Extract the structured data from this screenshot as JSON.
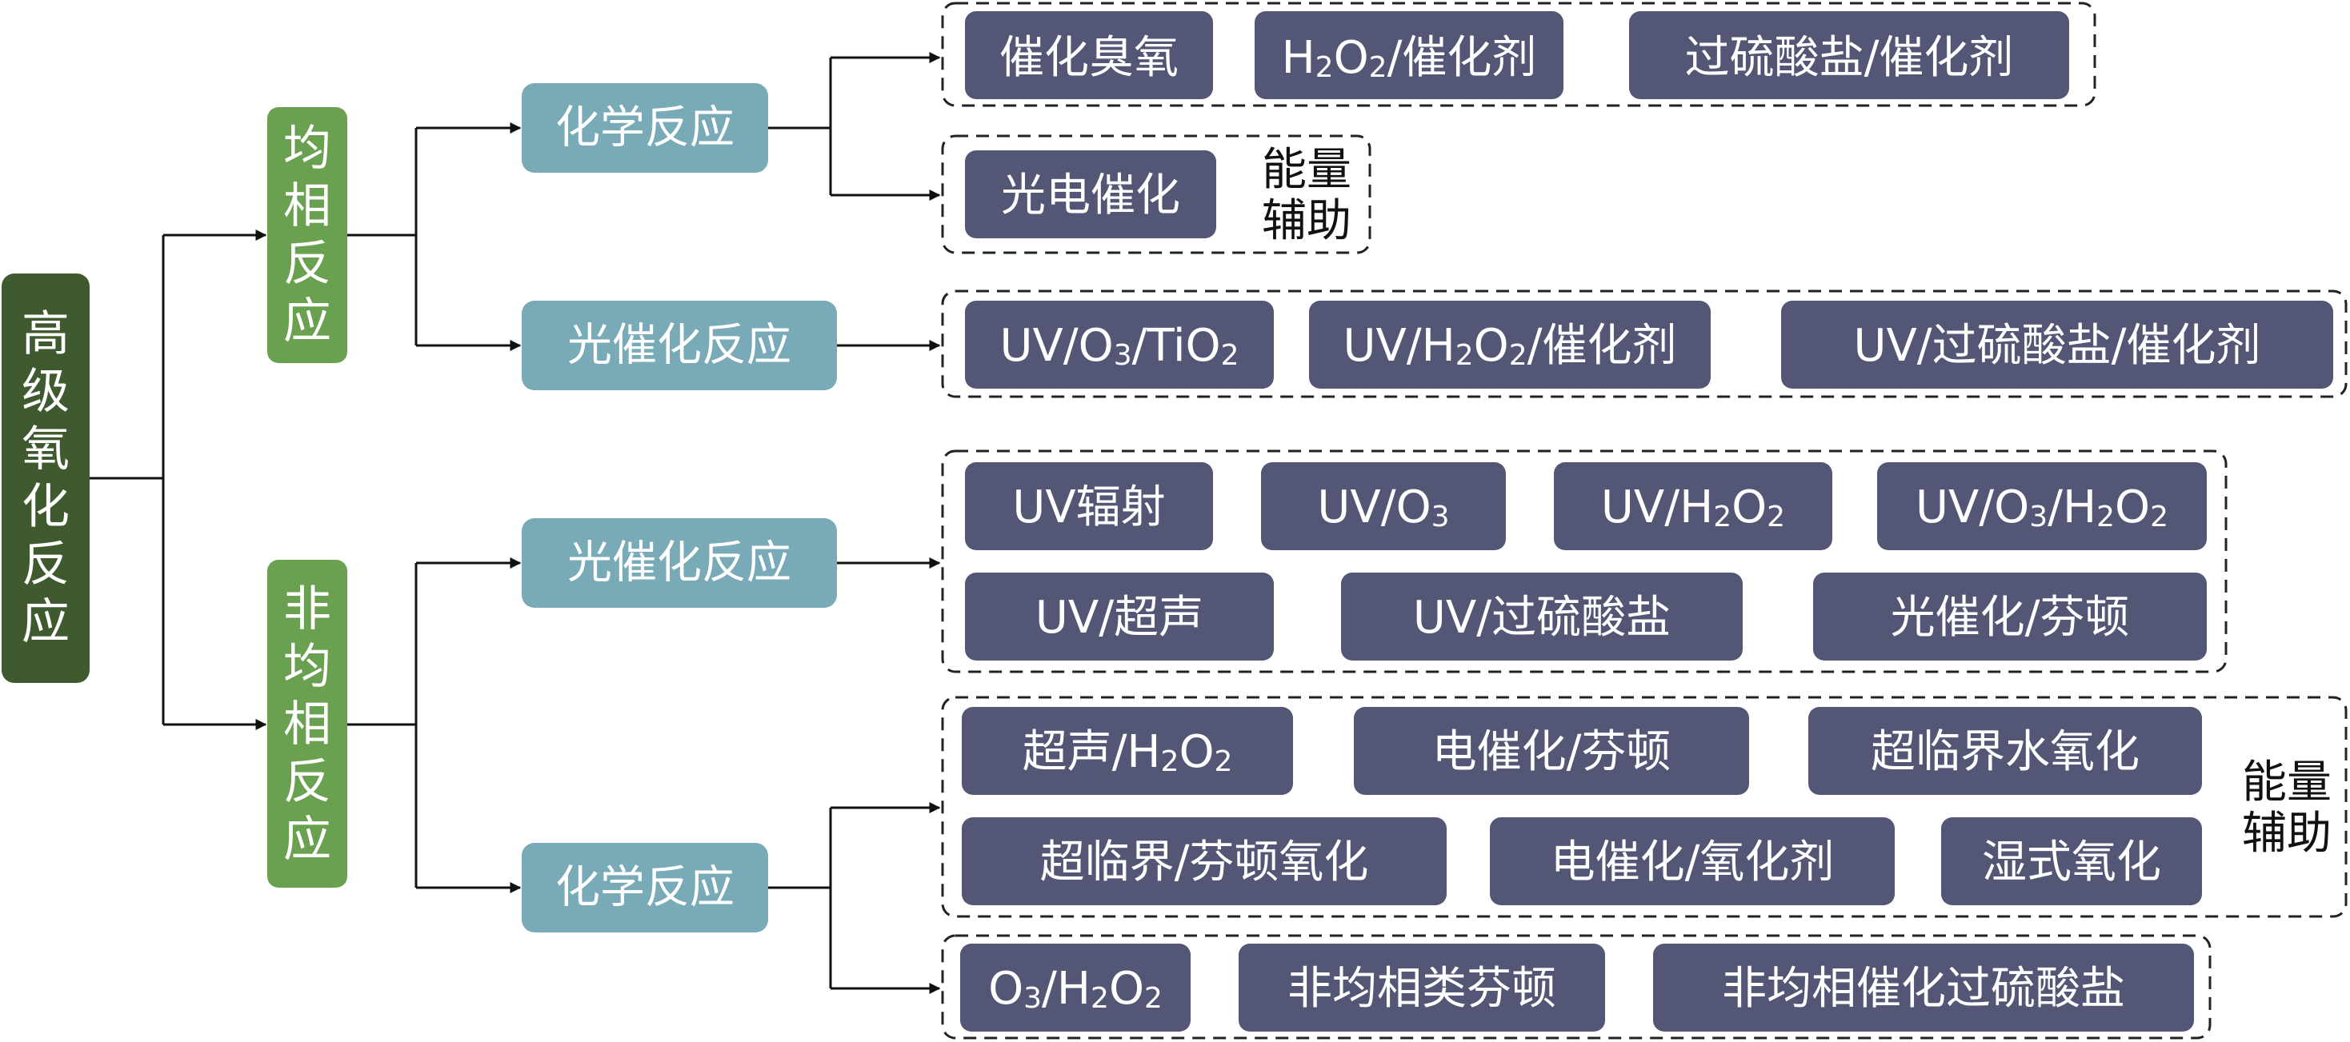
{
  "colors": {
    "root": "#3e5a2e",
    "level1": "#6aa150",
    "level2": "#78aab7",
    "method": "#535775",
    "text_light": "#ffffff",
    "line": "#111111"
  },
  "root": {
    "label": "高级氧化反应"
  },
  "homogeneous": {
    "label": "均相反应",
    "chemical": {
      "label": "化学反应",
      "methods_row": [
        {
          "parts": [
            {
              "t": "催化臭氧"
            }
          ]
        },
        {
          "parts": [
            {
              "t": "H"
            },
            {
              "t": "2",
              "sub": true
            },
            {
              "t": "O"
            },
            {
              "t": "2",
              "sub": true
            },
            {
              "t": "/催化剂"
            }
          ]
        },
        {
          "parts": [
            {
              "t": "过硫酸盐/催化剂"
            }
          ]
        }
      ],
      "energy_method": {
        "parts": [
          {
            "t": "光电催化"
          }
        ]
      },
      "energy_assist_label": "能量辅助"
    },
    "photocatalytic": {
      "label": "光催化反应",
      "methods": [
        {
          "parts": [
            {
              "t": "UV/O"
            },
            {
              "t": "3",
              "sub": true
            },
            {
              "t": "/TiO"
            },
            {
              "t": "2",
              "sub": true
            }
          ]
        },
        {
          "parts": [
            {
              "t": "UV/H"
            },
            {
              "t": "2",
              "sub": true
            },
            {
              "t": "O"
            },
            {
              "t": "2",
              "sub": true
            },
            {
              "t": "/催化剂"
            }
          ]
        },
        {
          "parts": [
            {
              "t": "UV/过硫酸盐/催化剂"
            }
          ]
        }
      ]
    }
  },
  "heterogeneous": {
    "label": "非均相反应",
    "photocatalytic": {
      "label": "光催化反应",
      "methods": [
        {
          "parts": [
            {
              "t": "UV辐射"
            }
          ]
        },
        {
          "parts": [
            {
              "t": "UV/O"
            },
            {
              "t": "3",
              "sub": true
            }
          ]
        },
        {
          "parts": [
            {
              "t": "UV/H"
            },
            {
              "t": "2",
              "sub": true
            },
            {
              "t": "O"
            },
            {
              "t": "2",
              "sub": true
            }
          ]
        },
        {
          "parts": [
            {
              "t": "UV/O"
            },
            {
              "t": "3",
              "sub": true
            },
            {
              "t": "/H"
            },
            {
              "t": "2",
              "sub": true
            },
            {
              "t": "O"
            },
            {
              "t": "2",
              "sub": true
            }
          ]
        },
        {
          "parts": [
            {
              "t": "UV/超声"
            }
          ]
        },
        {
          "parts": [
            {
              "t": "UV/过硫酸盐"
            }
          ]
        },
        {
          "parts": [
            {
              "t": "光催化/芬顿"
            }
          ]
        }
      ]
    },
    "chemical": {
      "label": "化学反应",
      "energy_methods": [
        {
          "parts": [
            {
              "t": "超声/H"
            },
            {
              "t": "2",
              "sub": true
            },
            {
              "t": "O"
            },
            {
              "t": "2",
              "sub": true
            }
          ]
        },
        {
          "parts": [
            {
              "t": "电催化/芬顿"
            }
          ]
        },
        {
          "parts": [
            {
              "t": "超临界水氧化"
            }
          ]
        },
        {
          "parts": [
            {
              "t": "超临界/芬顿氧化"
            }
          ]
        },
        {
          "parts": [
            {
              "t": "电催化/氧化剂"
            }
          ]
        },
        {
          "parts": [
            {
              "t": "湿式氧化"
            }
          ]
        }
      ],
      "energy_assist_label": "能量辅助",
      "methods_row": [
        {
          "parts": [
            {
              "t": "O"
            },
            {
              "t": "3",
              "sub": true
            },
            {
              "t": "/H"
            },
            {
              "t": "2",
              "sub": true
            },
            {
              "t": "O"
            },
            {
              "t": "2",
              "sub": true
            }
          ]
        },
        {
          "parts": [
            {
              "t": "非均相类芬顿"
            }
          ]
        },
        {
          "parts": [
            {
              "t": "非均相催化过硫酸盐"
            }
          ]
        }
      ]
    }
  }
}
